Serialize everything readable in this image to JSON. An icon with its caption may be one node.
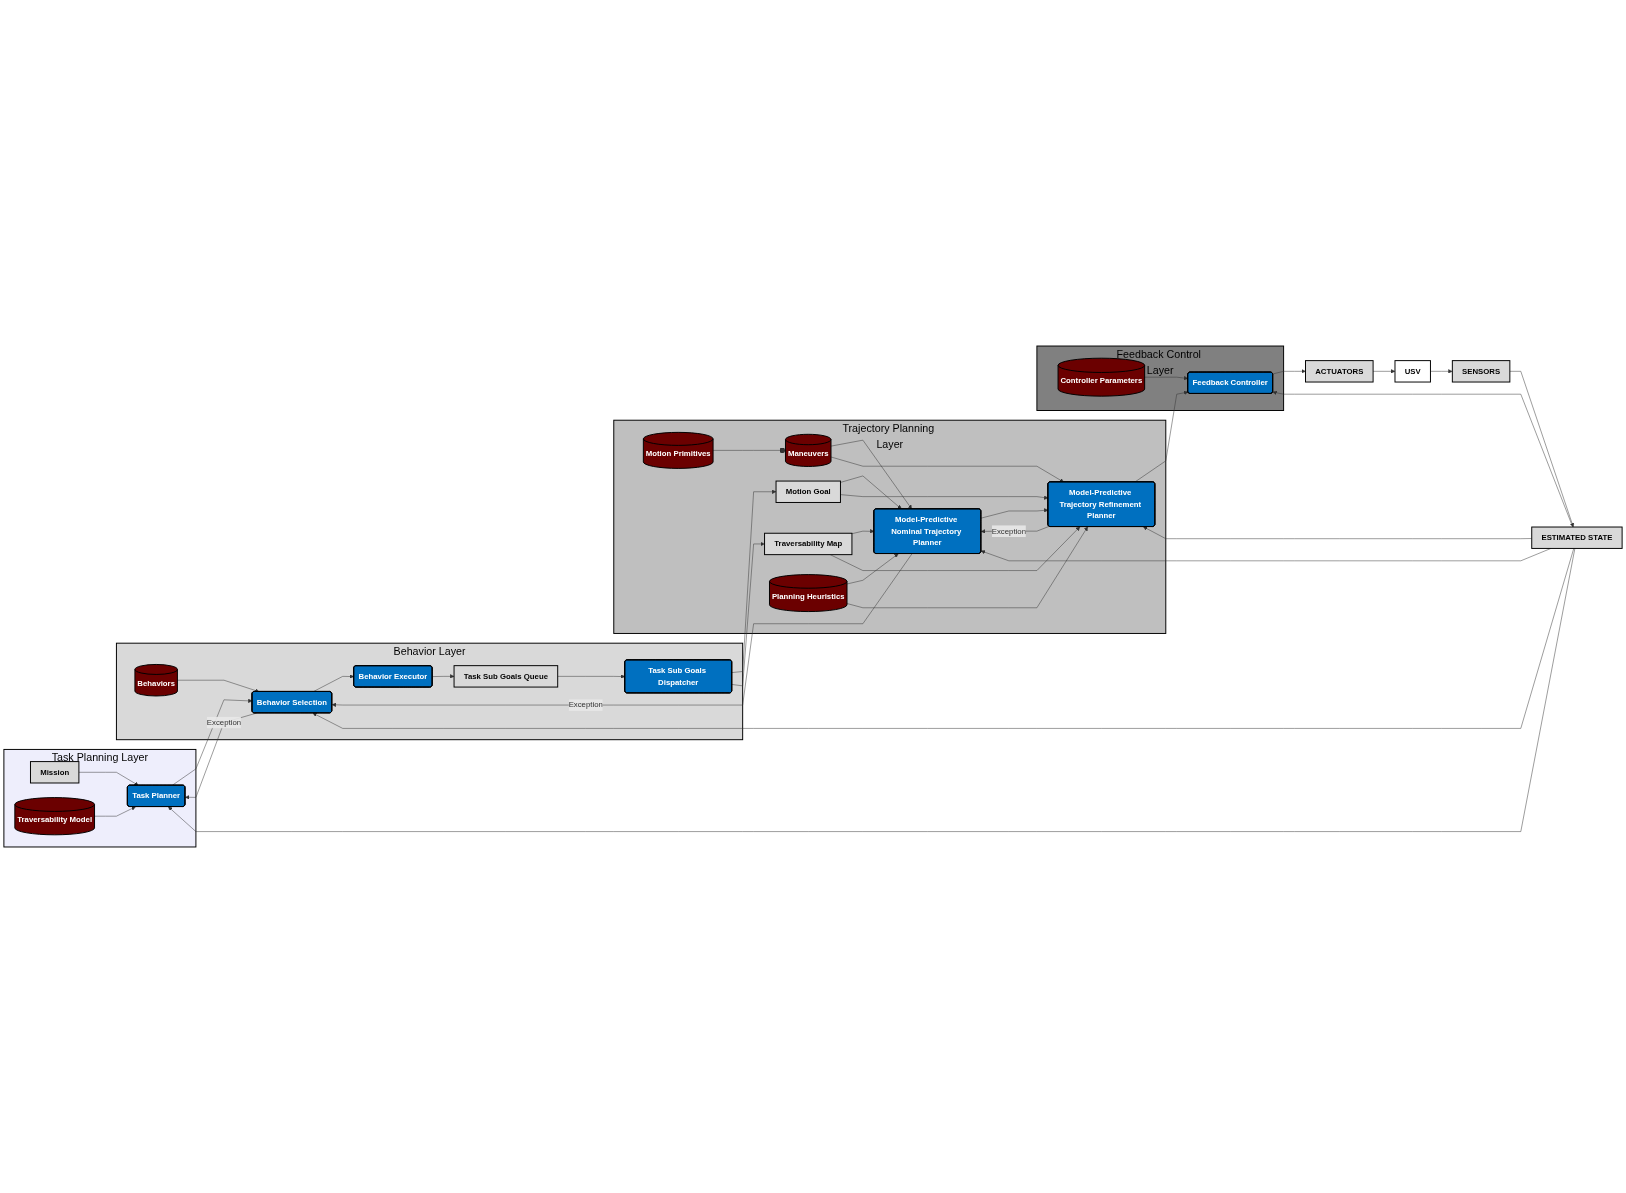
{
  "diagram": {
    "nodes": [
      {
        "text": [
          "Task Planning Layer"
        ]
      },
      {
        "text": [
          "Task Planner"
        ],
        "in": 0
      },
      {
        "text": [
          "Mission"
        ],
        "in": 0
      },
      {
        "text": [
          "Traversability Model"
        ],
        "in": 0
      },
      {
        "text": [
          "Behavior Layer"
        ]
      },
      {
        "text": [
          "Behavior Selection"
        ],
        "in": 4
      },
      {
        "text": [
          "Behaviors"
        ],
        "in": 4
      },
      {
        "text": [
          "Behavior Executor"
        ],
        "in": 4
      },
      {
        "text": [
          "Task Sub Goals Queue"
        ],
        "in": 4
      },
      {
        "text": [
          "Task Sub Goals Dispatcher"
        ],
        "in": 4
      },
      {
        "text": [
          "Trajectory Planning Layer"
        ]
      },
      {
        "text": [
          "Model-Predictive Nominal Trajectory Planner"
        ],
        "in": 10
      },
      {
        "text": [
          "Motion Goal"
        ],
        "in": 10
      },
      {
        "text": [
          "Traversability Map"
        ],
        "in": 10
      },
      {
        "text": [
          "Maneuvers"
        ],
        "in": 10
      },
      {
        "text": [
          "Motion Primitives"
        ],
        "in": 10
      },
      {
        "text": [
          "Model-Predictive Trajectory Refinement Planner"
        ],
        "in": 10
      },
      {
        "text": [
          "Planning Heuristics"
        ],
        "in": 10
      },
      {
        "text": [
          "Feedback Control Layer"
        ]
      },
      {
        "text": [
          "Feedback Controller"
        ],
        "in": 18
      },
      {
        "text": [
          "Controller Parameters"
        ],
        "in": 18
      },
      {
        "text": [
          "USV"
        ]
      },
      {
        "text": [
          "ACTUATORS"
        ]
      },
      {
        "text": [
          "SENSORS"
        ]
      },
      {
        "text": [
          "ESTIMATED STATE"
        ]
      }
    ],
    "edges": [
      {
        "from": 2,
        "to": 1,
        "arrow": "to"
      },
      {
        "from": 3,
        "to": 1,
        "arrow": "to"
      },
      {
        "from": 1,
        "to": 5,
        "arrow": "to"
      },
      {
        "from": 5,
        "to": 1,
        "arrow": "to",
        "label": "Exception"
      },
      {
        "from": 6,
        "to": 5,
        "arrow": "to"
      },
      {
        "from": 5,
        "to": 7,
        "arrow": "to"
      },
      {
        "from": 7,
        "to": 8,
        "arrow": "to"
      },
      {
        "from": 8,
        "to": 9,
        "arrow": "to"
      },
      {
        "from": 9,
        "to": 12,
        "arrow": "to"
      },
      {
        "from": 9,
        "to": 13,
        "arrow": "to"
      },
      {
        "from": 11,
        "to": 5,
        "arrow": "to",
        "label": "Exception"
      },
      {
        "from": 12,
        "to": 11,
        "arrow": "to"
      },
      {
        "from": 13,
        "to": 11,
        "arrow": "to"
      },
      {
        "from": 14,
        "to": 11,
        "arrow": "to"
      },
      {
        "from": 17,
        "to": 11,
        "arrow": "to"
      },
      {
        "from": 12,
        "to": 16,
        "arrow": "to"
      },
      {
        "from": 13,
        "to": 16,
        "arrow": "to"
      },
      {
        "from": 14,
        "to": 16,
        "arrow": "to"
      },
      {
        "from": 17,
        "to": 16,
        "arrow": "to"
      },
      {
        "from": 15,
        "to": 14,
        "arrow": "other"
      },
      {
        "from": 11,
        "to": 16,
        "arrow": "to"
      },
      {
        "from": 16,
        "to": 11,
        "arrow": "to",
        "label": "Exception"
      },
      {
        "from": 16,
        "to": 19,
        "arrow": "to"
      },
      {
        "from": 20,
        "to": 19,
        "arrow": "to"
      },
      {
        "from": 19,
        "to": 22,
        "arrow": "to"
      },
      {
        "from": 22,
        "to": 21,
        "arrow": "to"
      },
      {
        "from": 21,
        "to": 23,
        "arrow": "to"
      },
      {
        "from": 23,
        "to": 24,
        "arrow": "to"
      },
      {
        "from": 24,
        "to": 1,
        "arrow": "to"
      },
      {
        "from": 24,
        "to": 5,
        "arrow": "to"
      },
      {
        "from": 24,
        "to": 11,
        "arrow": "to"
      },
      {
        "from": 24,
        "to": 16,
        "arrow": "to"
      },
      {
        "from": 24,
        "to": 19,
        "arrow": "to"
      }
    ]
  }
}
